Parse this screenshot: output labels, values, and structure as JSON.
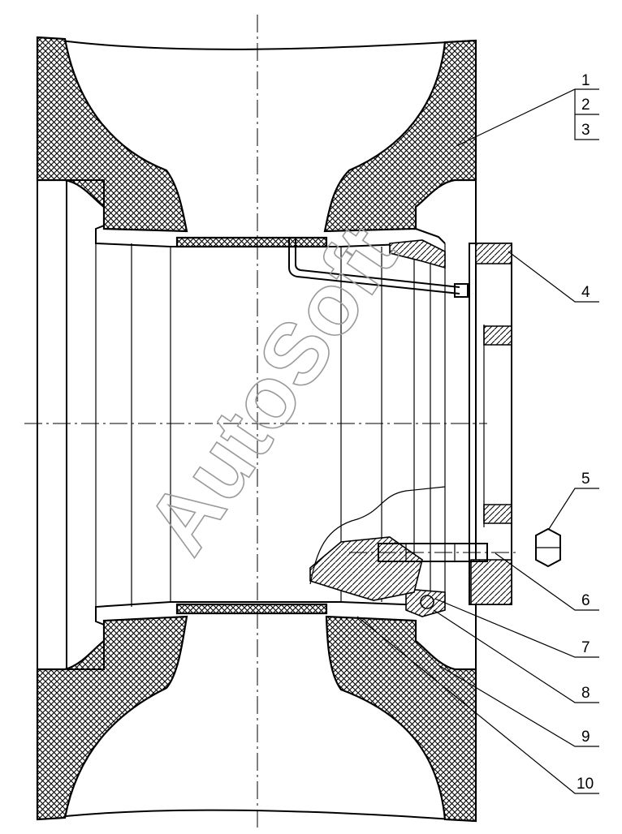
{
  "callouts": [
    {
      "id": "1",
      "label": "1"
    },
    {
      "id": "2",
      "label": "2"
    },
    {
      "id": "3",
      "label": "3"
    },
    {
      "id": "4",
      "label": "4"
    },
    {
      "id": "5",
      "label": "5"
    },
    {
      "id": "6",
      "label": "6"
    },
    {
      "id": "7",
      "label": "7"
    },
    {
      "id": "8",
      "label": "8"
    },
    {
      "id": "9",
      "label": "9"
    },
    {
      "id": "10",
      "label": "10"
    }
  ],
  "watermark": "AutoSoft",
  "colors": {
    "line": "#000000",
    "watermark": "#9a9a9a",
    "background": "#ffffff"
  }
}
